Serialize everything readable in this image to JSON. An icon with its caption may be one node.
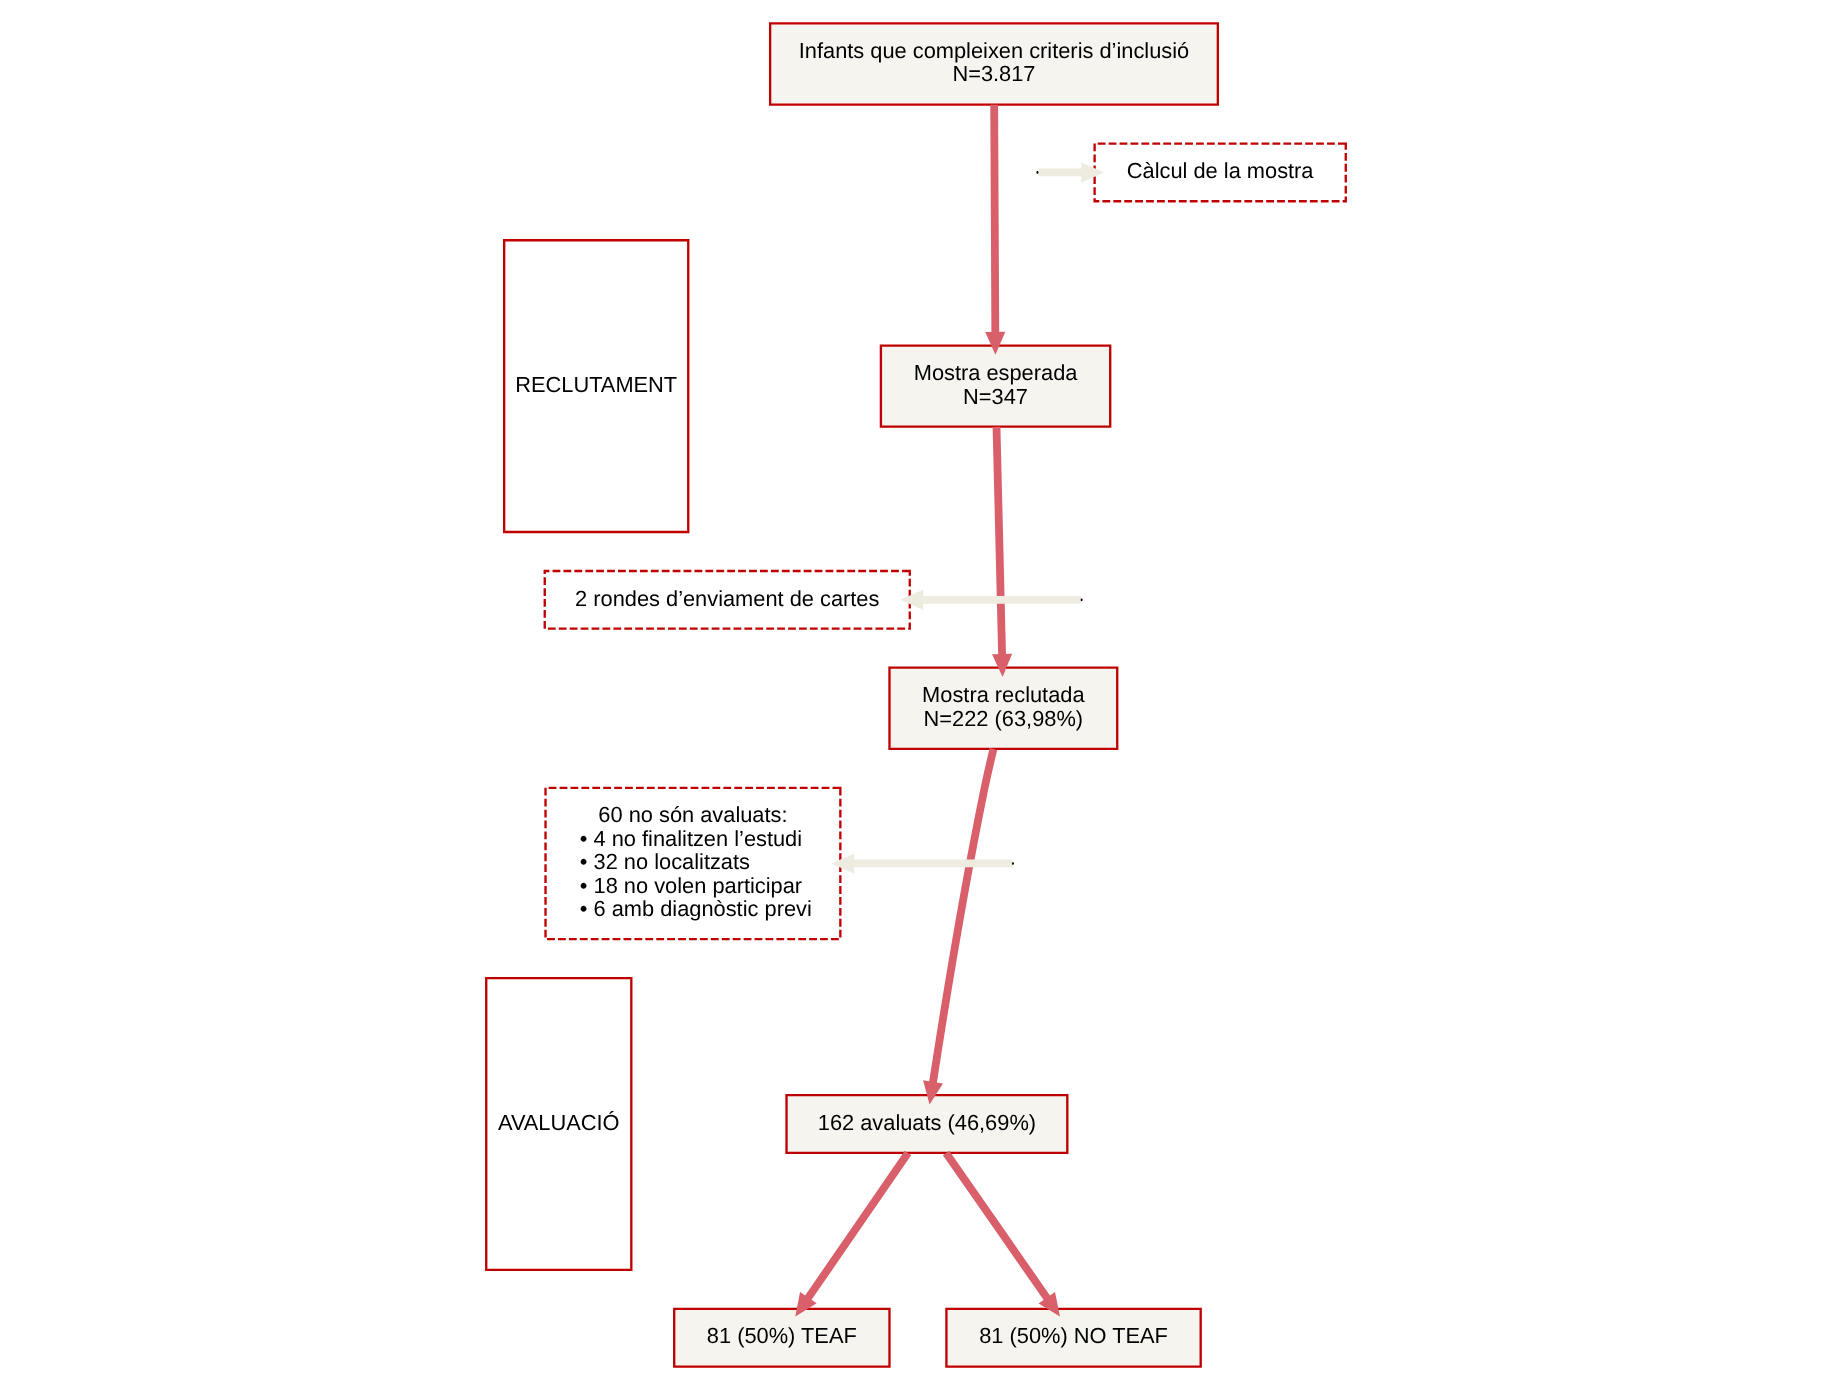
{
  "diagram": {
    "nodes": [
      {
        "text": [
          "RECLUTAMENT"
        ]
      },
      {
        "text": [
          "AVALUACIÓ"
        ]
      },
      {
        "text": [
          "Infants que compleixen criteris d’inclusió",
          "N=3.817"
        ]
      },
      {
        "text": [
          "Mostra esperada",
          "N=347"
        ]
      },
      {
        "text": [
          "Mostra reclutada",
          "N=222 (63,98%)"
        ]
      },
      {
        "text": [
          "162 avaluats (46,69%)"
        ]
      },
      {
        "text": [
          "81 (50%) TEAF"
        ]
      },
      {
        "text": [
          "81 (50%) NO TEAF"
        ]
      },
      {
        "text": [
          "Càlcul de la mostra"
        ]
      },
      {
        "text": [
          "2 rondes d’enviament de cartes"
        ]
      },
      {
        "text": [
          "60 no són avaluats:",
          "• 4 no finalitzen l’estudi",
          "• 32 no localitzats",
          "• 18 no volen participar",
          "• 6 amb diagnòstic previ"
        ]
      }
    ],
    "edges": [
      {
        "from": 2,
        "to": 3,
        "arrow": "to"
      },
      {
        "from": 3,
        "to": 4,
        "arrow": "to"
      },
      {
        "from": 4,
        "to": 5,
        "arrow": "to"
      },
      {
        "from": 5,
        "to": 6,
        "arrow": "to"
      },
      {
        "from": 5,
        "to": 7,
        "arrow": "to"
      },
      {
        "from": null,
        "to": 8,
        "arrow": "to",
        "color": "#eeece1"
      },
      {
        "from": null,
        "to": 9,
        "arrow": "to",
        "color": "#eeece1"
      },
      {
        "from": null,
        "to": 10,
        "arrow": "to",
        "color": "#eeece1"
      }
    ]
  }
}
